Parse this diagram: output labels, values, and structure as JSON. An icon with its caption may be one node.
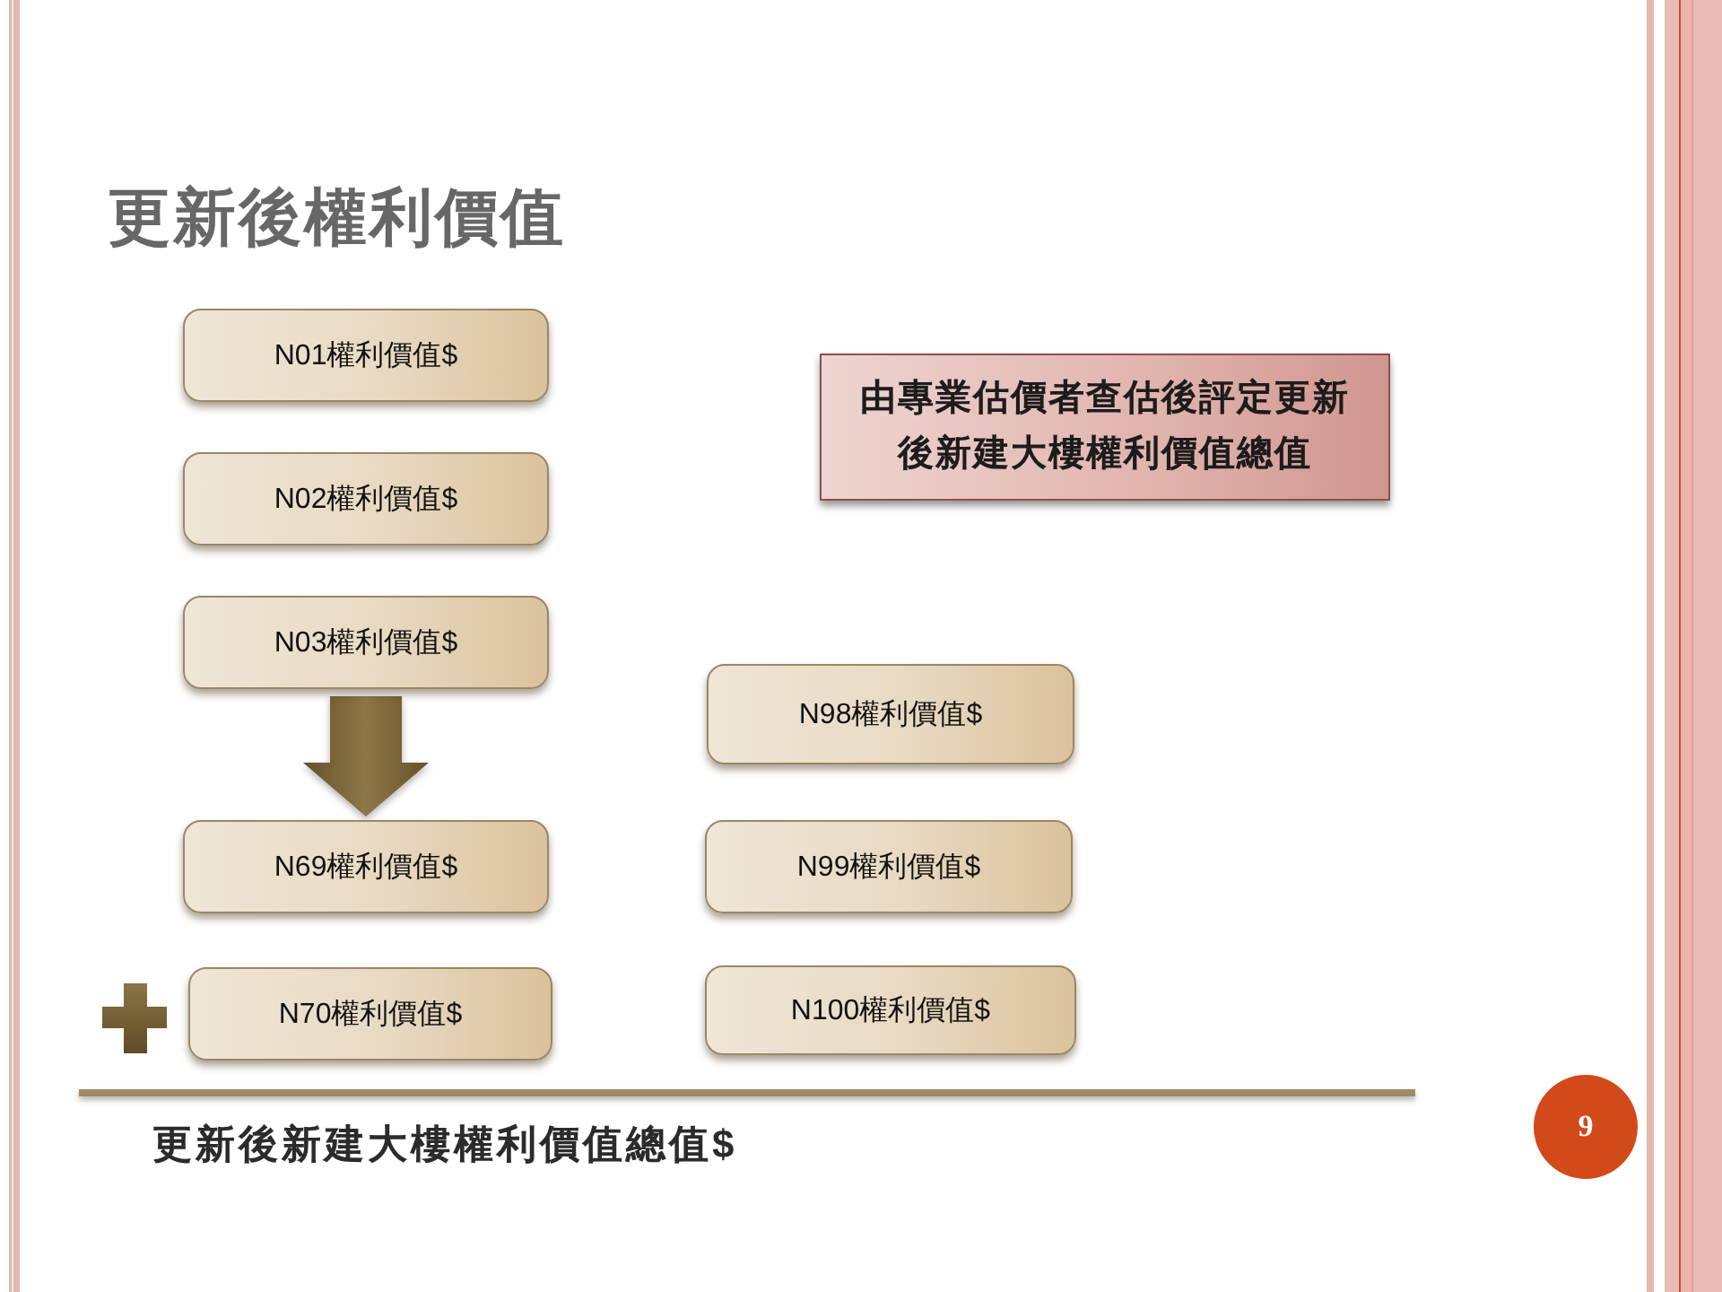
{
  "diagram": {
    "title": "更新後權利價值",
    "nodes": [
      {
        "text": [
          "N01權利價值$"
        ]
      },
      {
        "text": [
          "N02權利價值$"
        ]
      },
      {
        "text": [
          "N03權利價值$"
        ]
      },
      {
        "text": [
          "N69權利價值$"
        ]
      },
      {
        "text": [
          "N70權利價值$"
        ]
      },
      {
        "text": [
          "N98權利價值$"
        ]
      },
      {
        "text": [
          "N99權利價值$"
        ]
      },
      {
        "text": [
          "N100權利價值$"
        ]
      },
      {
        "text": [
          "由專業估價者查估後評定更新後新建大樓權利價值總值"
        ]
      },
      {
        "text": [
          "9"
        ]
      }
    ],
    "edges": [
      {
        "from": 2,
        "to": 3,
        "arrow": "to",
        "style": "thick"
      }
    ],
    "labels": [
      "更新後新建大樓權利價值總值$"
    ]
  }
}
